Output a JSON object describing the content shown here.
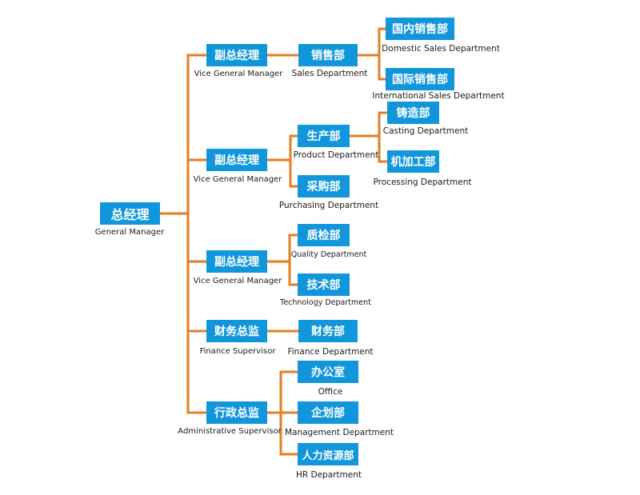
{
  "colors": {
    "box": "#1296db",
    "line": "#e67e22",
    "text": "#1a1a1a"
  },
  "ceo": {
    "cn": "总经理",
    "en": "General Manager"
  },
  "vp1": {
    "cn": "副总经理",
    "en": "Vice General Manager"
  },
  "vp2": {
    "cn": "副总经理",
    "en": "Vice General Manager"
  },
  "vp3": {
    "cn": "副总经理",
    "en": "Vice General Manager"
  },
  "fin_sup": {
    "cn": "财务总监",
    "en": "Finance Supervisor"
  },
  "adm_sup": {
    "cn": "行政总监",
    "en": "Administrative Supervisor"
  },
  "sales": {
    "cn": "销售部",
    "en": "Sales Department"
  },
  "dom_sales": {
    "cn": "国内销售部",
    "en": "Domestic Sales Department"
  },
  "intl_sales": {
    "cn": "国际销售部",
    "en": "International Sales Department"
  },
  "product": {
    "cn": "生产部",
    "en": "Product Department"
  },
  "casting": {
    "cn": "铸造部",
    "en": "Casting Department"
  },
  "processing": {
    "cn": "机加工部",
    "en": "Processing Department"
  },
  "purchasing": {
    "cn": "采购部",
    "en": "Purchasing Department"
  },
  "quality": {
    "cn": "质检部",
    "en": "Quality Department"
  },
  "technology": {
    "cn": "技术部",
    "en": "Technology Department"
  },
  "finance": {
    "cn": "财务部",
    "en": "Finance Department"
  },
  "office": {
    "cn": "办公室",
    "en": "Office"
  },
  "management": {
    "cn": "企划部",
    "en": "Management Department"
  },
  "hr": {
    "cn": "人力资源部",
    "en": "HR Department"
  }
}
